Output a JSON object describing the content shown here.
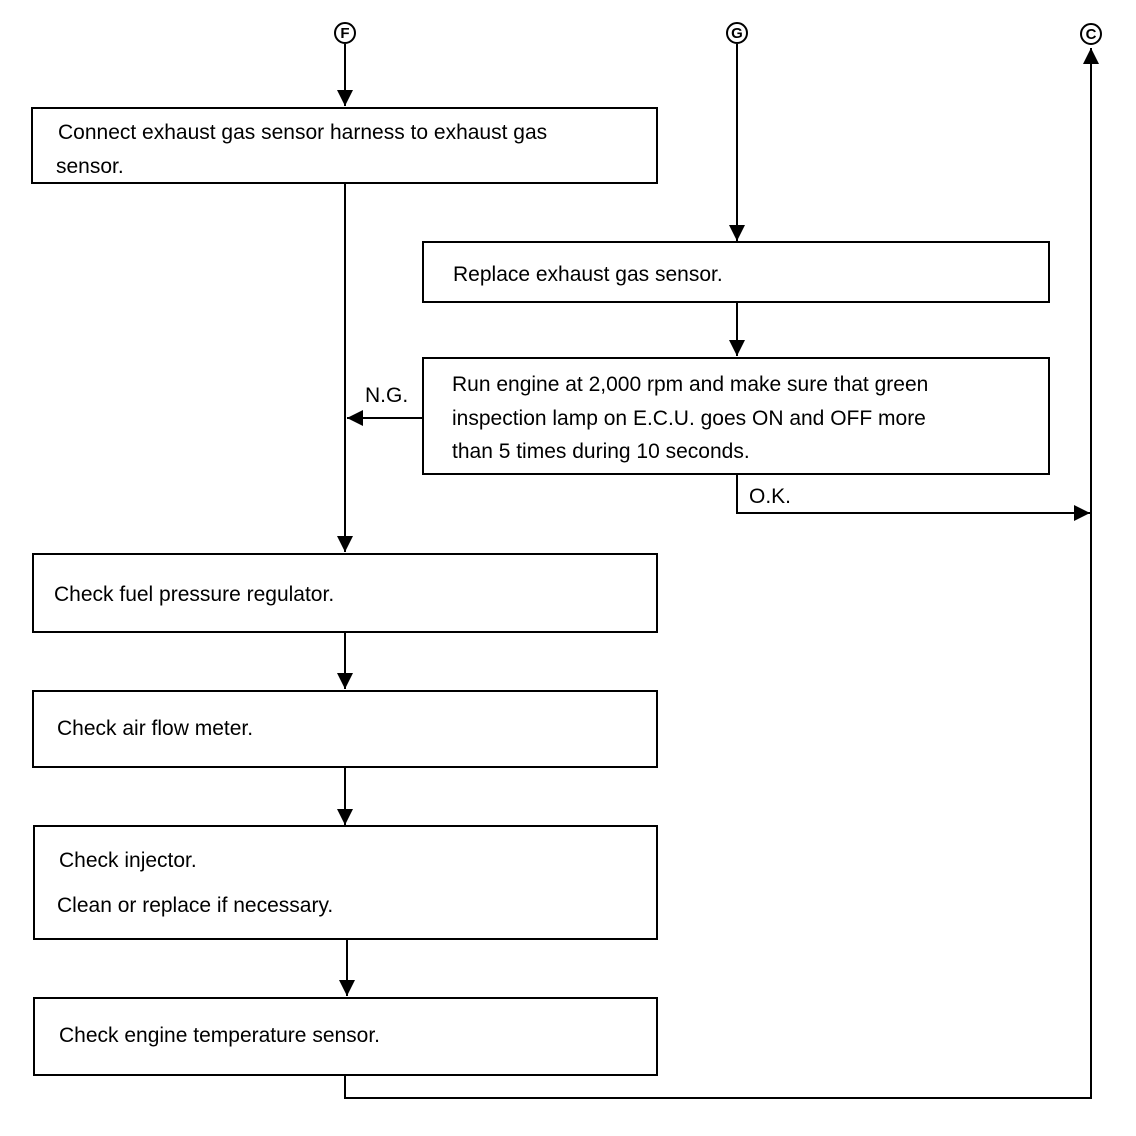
{
  "connectors": {
    "f": "F",
    "g": "G",
    "c": "C"
  },
  "steps": {
    "connect_sensor": {
      "line1": "Connect exhaust gas sensor harness to exhaust gas",
      "line2": "sensor."
    },
    "replace_sensor": "Replace exhaust gas sensor.",
    "run_engine": {
      "line1": "Run engine at 2,000 rpm and make sure that green",
      "line2": "inspection lamp on E.C.U. goes ON and OFF more",
      "line3": "than 5 times during 10 seconds."
    },
    "fuel_regulator": "Check fuel pressure regulator.",
    "air_flow": "Check air flow meter.",
    "injector": {
      "line1": "Check injector.",
      "line2": "Clean or replace if necessary."
    },
    "temp_sensor": "Check engine temperature sensor."
  },
  "labels": {
    "ng": "N.G.",
    "ok": "O.K."
  }
}
